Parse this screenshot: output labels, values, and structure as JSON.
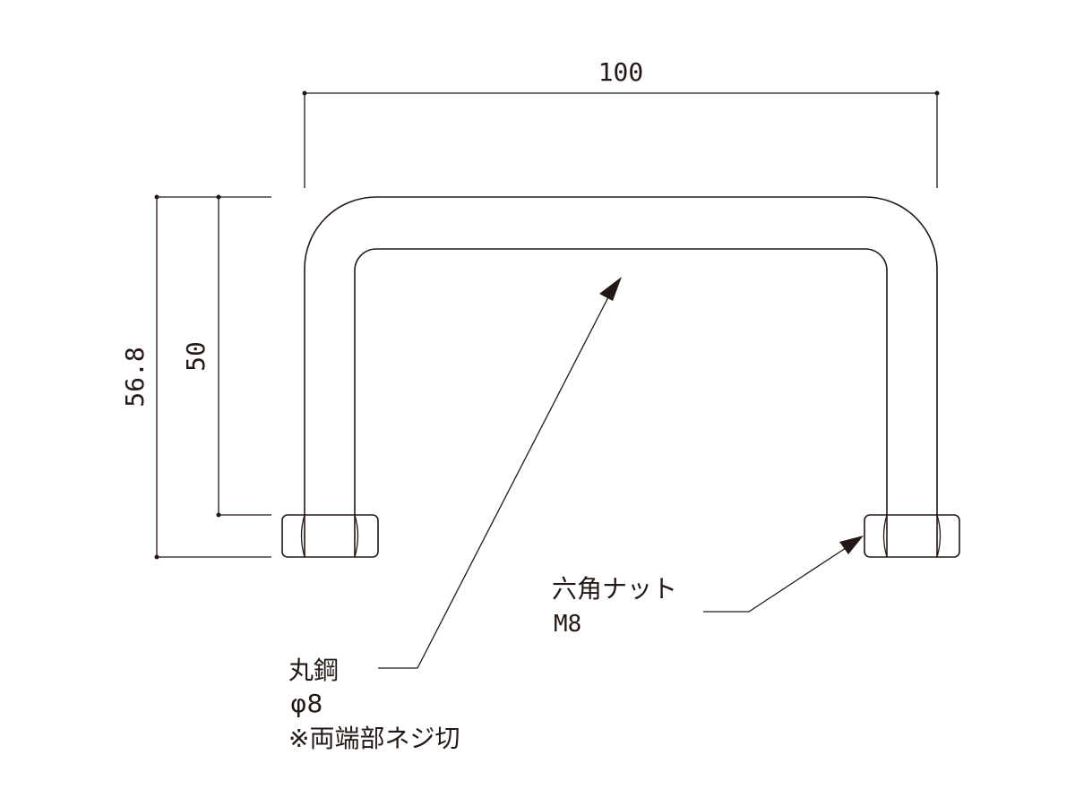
{
  "dimensions": {
    "width": "100",
    "height_inner": "50",
    "height_outer": "56.8"
  },
  "labels": {
    "nut_name": "六角ナット",
    "nut_size": "M8",
    "rod_name": "丸鋼",
    "rod_size": "φ8",
    "rod_note": "※両端部ネジ切"
  },
  "colors": {
    "line": "#231815",
    "background": "#ffffff"
  }
}
